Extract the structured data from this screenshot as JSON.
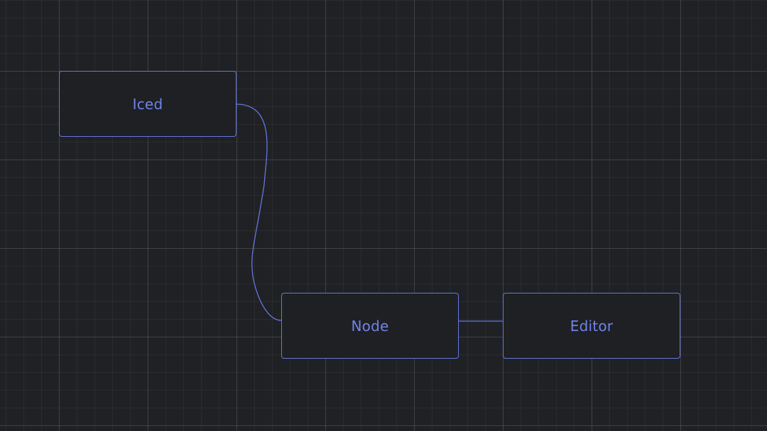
{
  "accent_color": "#6477e0",
  "nodes": [
    {
      "id": "iced",
      "label": "Iced"
    },
    {
      "id": "node",
      "label": "Node"
    },
    {
      "id": "editor",
      "label": "Editor"
    }
  ],
  "edges": [
    {
      "from": "iced",
      "to": "node"
    },
    {
      "from": "node",
      "to": "editor"
    }
  ]
}
